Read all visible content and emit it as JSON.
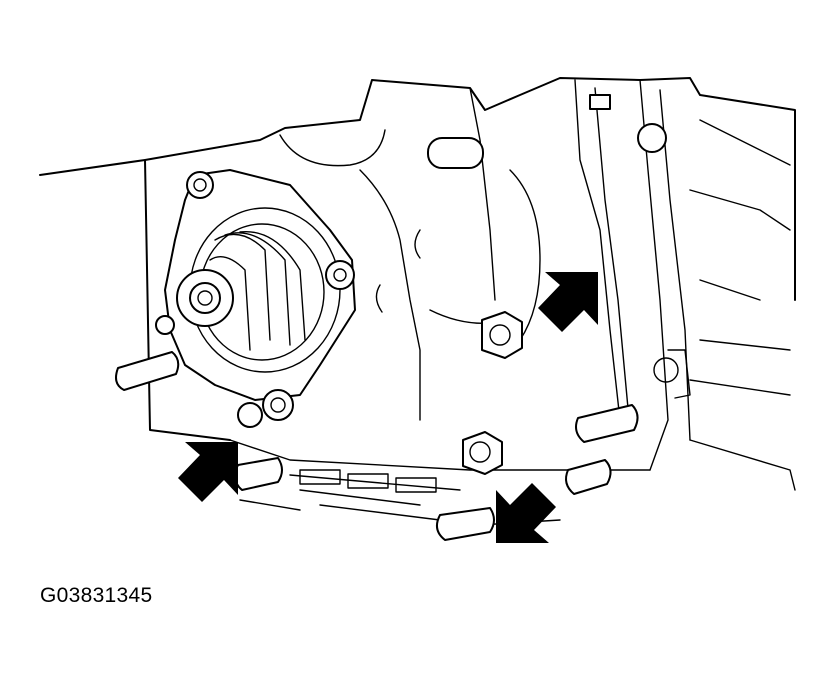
{
  "figure_code": "G03831345",
  "icons": {
    "callout_arrow": "bold-black-arrow",
    "component": "water-pump-impeller"
  },
  "colors": {
    "line": "#000000",
    "background": "#ffffff"
  }
}
